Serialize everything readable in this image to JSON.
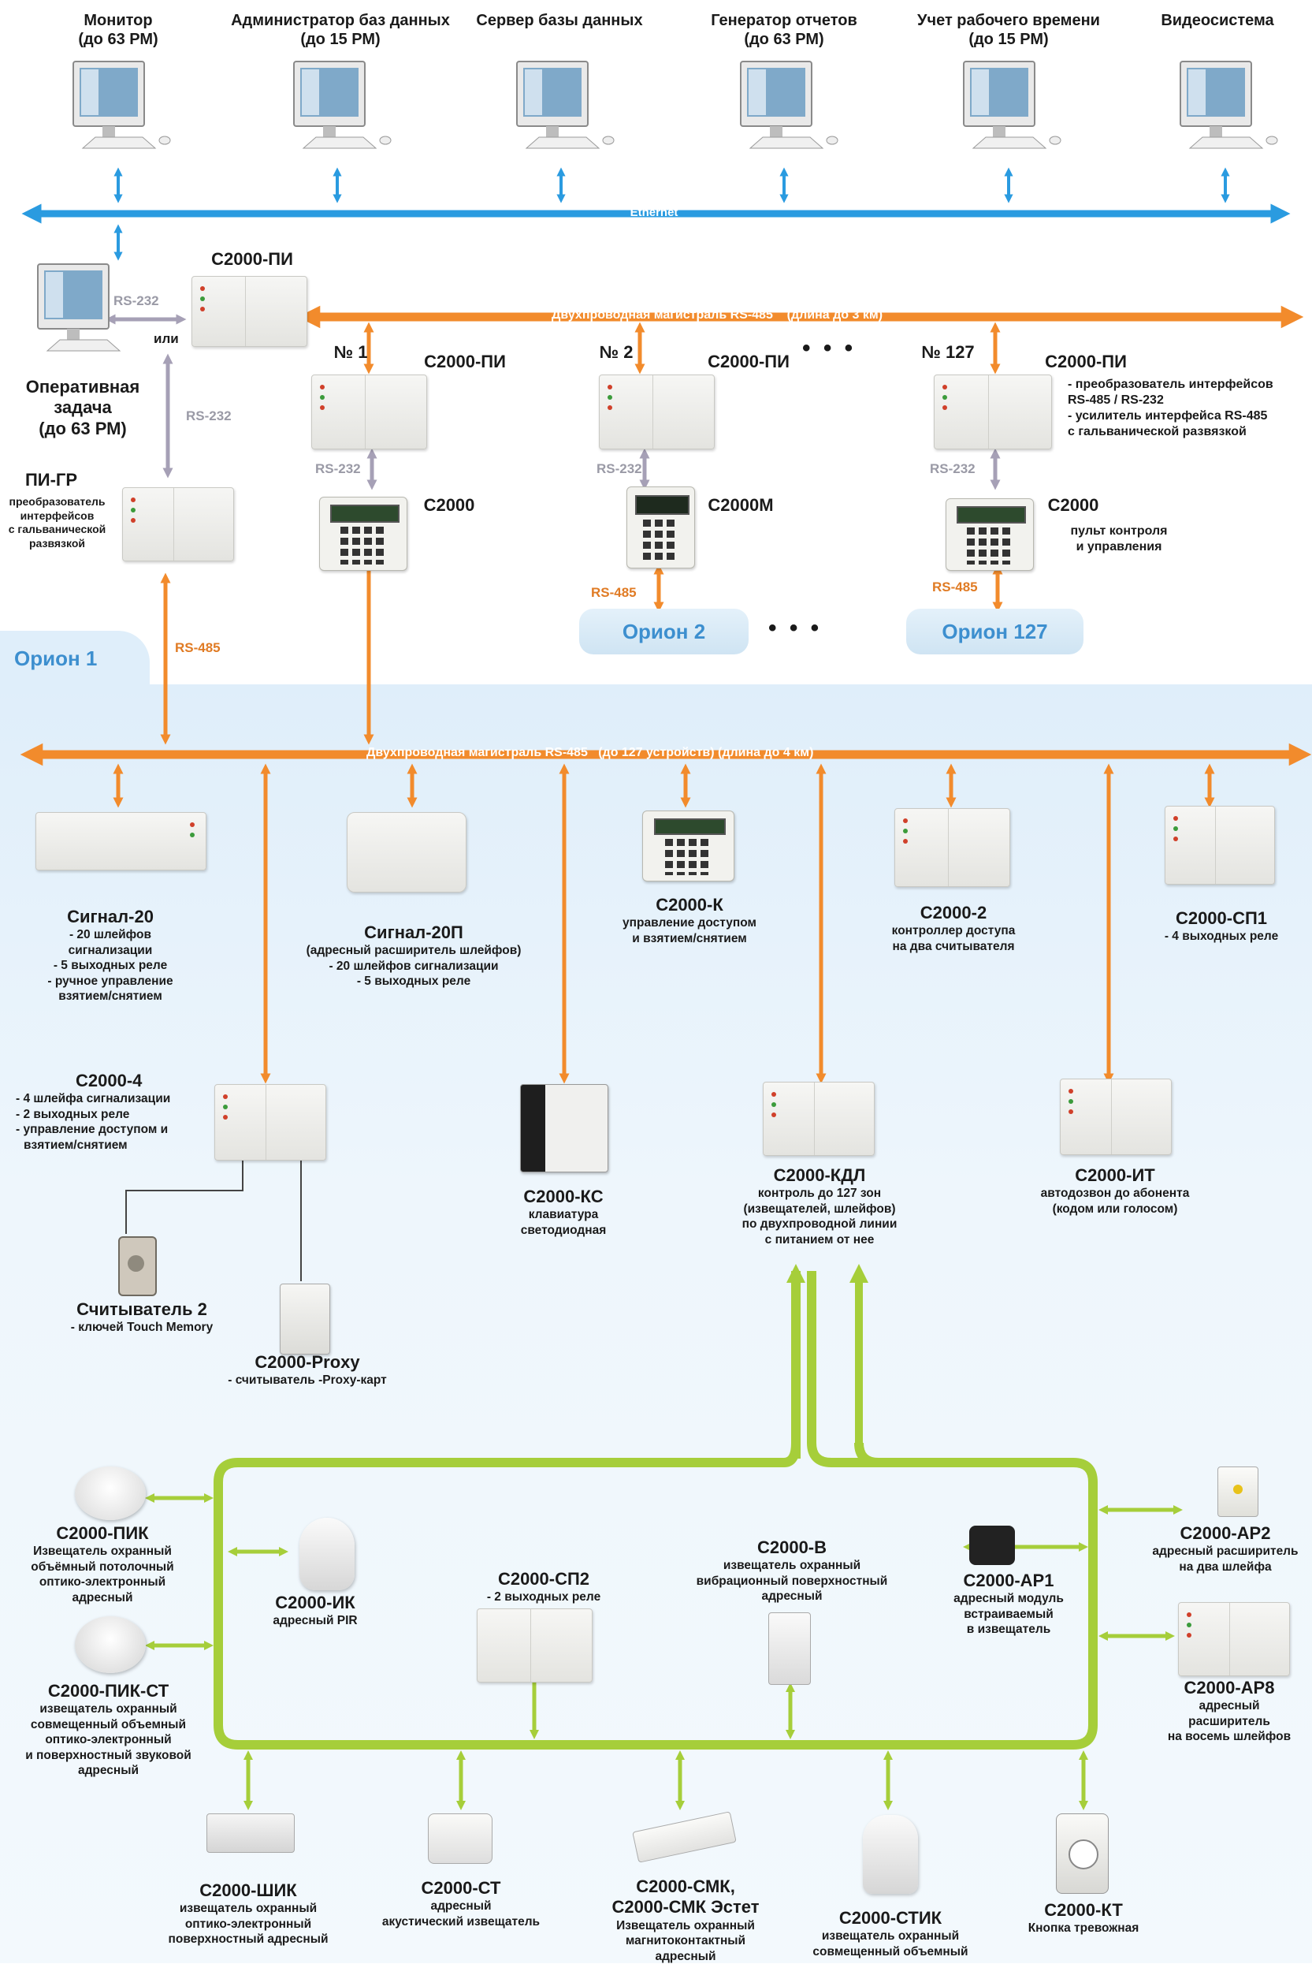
{
  "colors": {
    "ethernet": "#2a9be0",
    "rs485": "#f28b2c",
    "rs232": "#a49bb8",
    "loop": "#a6ce3a",
    "orion_bg": "#e2f0fa",
    "orion_text": "#3d8fcf"
  },
  "top_workstations": [
    {
      "title": "Монитор",
      "sub": "(до 63 РМ)"
    },
    {
      "title": "Администратор баз данных",
      "sub": "(до 15 РМ)"
    },
    {
      "title": "Сервер базы данных",
      "sub": ""
    },
    {
      "title": "Генератор отчетов",
      "sub": "(до 63 РМ)"
    },
    {
      "title": "Учет рабочего времени",
      "sub": "(до 15 РМ)"
    },
    {
      "title": "Видеосистема",
      "sub": ""
    }
  ],
  "ethernet_label": "Ethernet",
  "rs232": "RS-232",
  "rs485": "RS-485",
  "or_word": "или",
  "operative": {
    "l1": "Оперативная",
    "l2": "задача",
    "l3": "(до 63 РМ)"
  },
  "pigr": {
    "title": "ПИ-ГР",
    "d1": "преобразователь",
    "d2": "интерфейсов",
    "d3": "с гальванической",
    "d4": "развязкой"
  },
  "c2000pi_main": "С2000-ПИ",
  "bus_top": {
    "a": "Двухпроводная магистраль RS-485",
    "b": "(длина до 3 км)"
  },
  "branches": {
    "n1": "№ 1",
    "n2": "№ 2",
    "n127": "№ 127",
    "pi": "С2000-ПИ",
    "pi_desc": [
      "- преобразователь интерфейсов",
      "RS-485 / RS-232",
      "- усилитель интерфейса RS-485",
      "с гальванической развязкой"
    ],
    "c2000": "С2000",
    "c2000m": "С2000М",
    "c2000_desc": [
      "пульт контроля",
      "и управления"
    ],
    "orion2": "Орион 2",
    "orion127": "Орион 127",
    "dots": "• • •"
  },
  "orion1": "Орион 1",
  "bus_main": {
    "a": "Двухпроводная магистраль RS-485",
    "b": "(до 127 устройств) (длина до 4 км)"
  },
  "devices": {
    "signal20": {
      "title": "Сигнал-20",
      "d": [
        "- 20 шлейфов",
        "сигнализации",
        "- 5 выходных реле",
        "- ручное управление",
        "взятием/снятием"
      ]
    },
    "signal20p": {
      "title": "Сигнал-20П",
      "d": [
        "(адресный расширитель шлейфов)",
        "- 20 шлейфов сигнализации",
        "- 5 выходных реле"
      ]
    },
    "c2000k": {
      "title": "С2000-К",
      "d": [
        "управление доступом",
        "и взятием/снятием"
      ]
    },
    "c20002": {
      "title": "С2000-2",
      "d": [
        "контроллер доступа",
        "на два считывателя"
      ]
    },
    "c2000sp1": {
      "title": "С2000-СП1",
      "d": [
        "- 4 выходных реле"
      ]
    },
    "c20004": {
      "title": "С2000-4",
      "d": [
        "- 4 шлейфа сигнализации",
        "- 2 выходных реле",
        "- управление доступом и",
        "взятием/снятием"
      ]
    },
    "c2000ks": {
      "title": "С2000-КС",
      "d": [
        "клавиатура",
        "светодиодная"
      ]
    },
    "c2000kdl": {
      "title": "С2000-КДЛ",
      "d": [
        "контроль до 127 зон",
        "(извещателей, шлейфов)",
        "по двухпроводной линии",
        "с питанием от нее"
      ]
    },
    "c2000it": {
      "title": "С2000-ИТ",
      "d": [
        "автодозвон до абонента",
        "(кодом или голосом)"
      ]
    },
    "reader2": {
      "title": "Считыватель 2",
      "d": [
        "- ключей Touch Memory"
      ]
    },
    "proxy": {
      "title": "С2000-Proxy",
      "d": [
        "- считыватель -Proxy-карт"
      ]
    },
    "pik": {
      "title": "С2000-ПИК",
      "d": [
        "Извещатель охранный",
        "объёмный потолочный",
        "оптико-электронный",
        "адресный"
      ]
    },
    "ik": {
      "title": "С2000-ИК",
      "d": [
        "адресный PIR"
      ]
    },
    "sp2": {
      "title": "С2000-СП2",
      "d": [
        "- 2 выходных реле"
      ]
    },
    "cb": {
      "title": "С2000-В",
      "d": [
        "извещатель охранный",
        "вибрационный поверхностный",
        "адресный"
      ]
    },
    "ar1": {
      "title": "С2000-АР1",
      "d": [
        "адресный модуль",
        "встраиваемый",
        "в извещатель"
      ]
    },
    "ar2": {
      "title": "С2000-АР2",
      "d": [
        "адресный расширитель",
        "на два шлейфа"
      ]
    },
    "pikst": {
      "title": "С2000-ПИК-СТ",
      "d": [
        "извещатель охранный",
        "совмещенный объемный",
        "оптико-электронный",
        "и поверхностный звуковой",
        "адресный"
      ]
    },
    "ar8": {
      "title": "С2000-АР8",
      "d": [
        "адресный",
        "расширитель",
        "на восемь шлейфов"
      ]
    },
    "shik": {
      "title": "С2000-ШИК",
      "d": [
        "извещатель охранный",
        "оптико-электронный",
        "поверхностный адресный"
      ]
    },
    "st": {
      "title": "С2000-СТ",
      "d": [
        "адресный",
        "акустический извещатель"
      ]
    },
    "smk": {
      "title": "С2000-СМК,",
      "title2": "С2000-СМК Эстет",
      "d": [
        "Извещатель охранный",
        "магнитоконтактный",
        "адресный"
      ]
    },
    "stik": {
      "title": "С2000-СТИК",
      "d": [
        "извещатель охранный",
        "совмещенный объемный"
      ]
    },
    "kt": {
      "title": "С2000-КТ",
      "d": [
        "Кнопка тревожная"
      ]
    }
  }
}
